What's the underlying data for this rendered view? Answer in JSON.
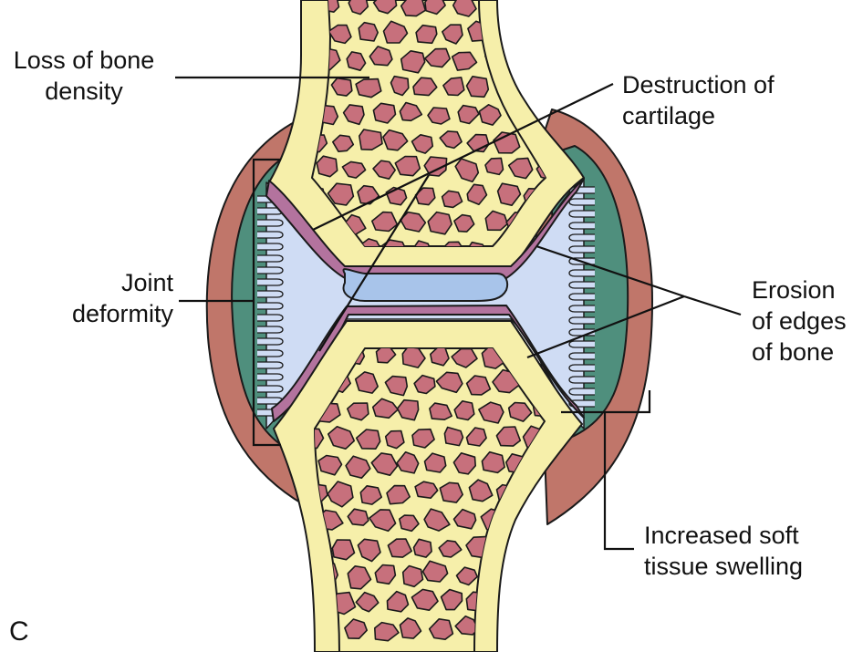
{
  "colors": {
    "soft_tissue": "#c0766a",
    "synovium": "#4f8f7d",
    "joint_space": "#cfdcf4",
    "cartilage": "#a8c4ea",
    "erosion": "#b3739e",
    "cortical_bone": "#f6efaa",
    "marrow_background": "#f6efaa",
    "trabeculae": "#c7707c",
    "outline": "#1a1a1a"
  },
  "labels": {
    "loss_density": [
      "Loss of bone",
      "density"
    ],
    "destruction_cartilage": [
      "Destruction of",
      "cartilage"
    ],
    "joint_deformity": [
      "Joint",
      "deformity"
    ],
    "erosion_edges": [
      "Erosion",
      "of edges",
      "of bone"
    ],
    "soft_tissue_swelling": [
      "Increased soft",
      "tissue swelling"
    ],
    "panel_letter": "C"
  }
}
